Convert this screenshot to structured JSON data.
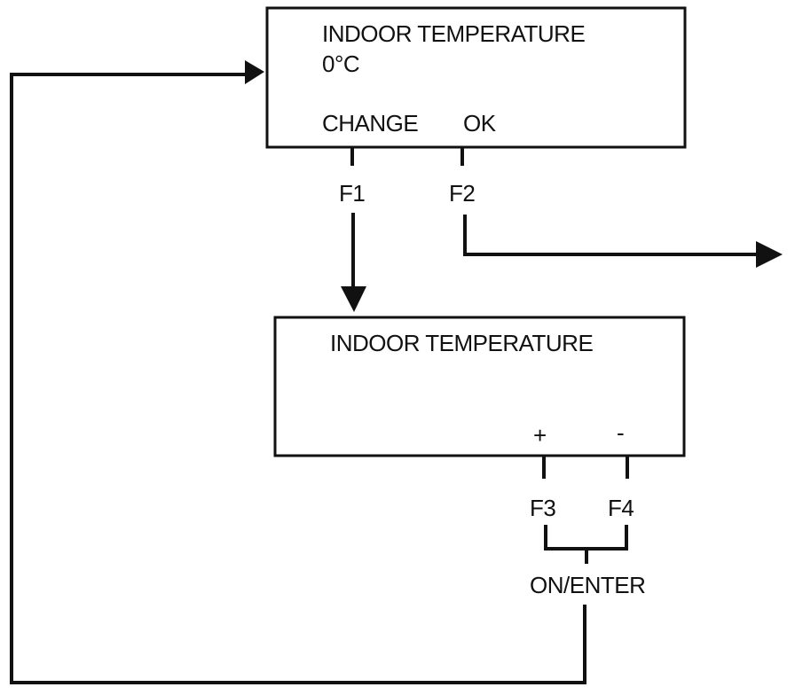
{
  "screen1": {
    "title": "INDOOR TEMPERATURE",
    "value": "0°C",
    "softkey_left": "CHANGE",
    "softkey_right": "OK"
  },
  "screen2": {
    "title": "INDOOR TEMPERATURE",
    "softkey_plus": "+",
    "softkey_minus": "-"
  },
  "keys": {
    "f1": "F1",
    "f2": "F2",
    "f3": "F3",
    "f4": "F4",
    "enter": "ON/ENTER"
  }
}
